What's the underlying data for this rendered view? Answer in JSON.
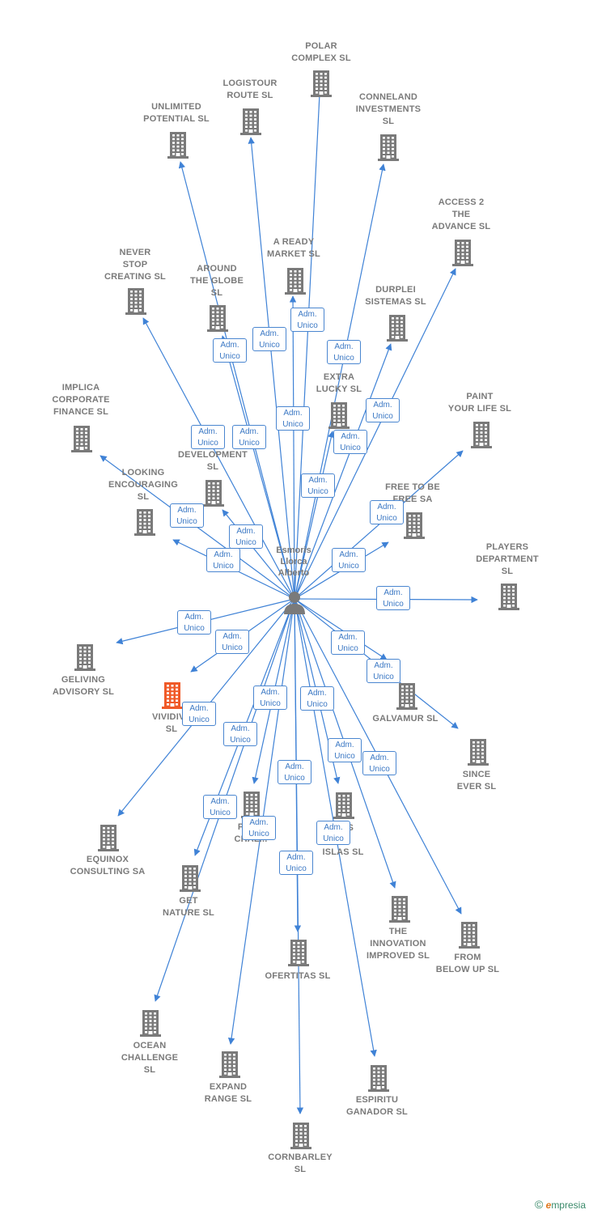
{
  "center": {
    "name": "Esmoris\nLlorca\nAlberto",
    "icon": "person-icon"
  },
  "edge_label": {
    "line1": "Adm.",
    "line2": "Unico"
  },
  "colors": {
    "edge": "#3f82d6",
    "building": "#7a7a7a",
    "main_company": "#f05a28",
    "label": "#7a7a7a"
  },
  "companies": [
    {
      "id": "polar",
      "name": "POLAR\nCOMPLEX  SL"
    },
    {
      "id": "logistour",
      "name": "LOGISTOUR\nROUTE  SL"
    },
    {
      "id": "unlimited",
      "name": "UNLIMITED\nPOTENTIAL  SL"
    },
    {
      "id": "conneland",
      "name": "CONNELAND\nINVESTMENTS\nSL"
    },
    {
      "id": "access2",
      "name": "ACCESS 2\nTHE\nADVANCE  SL"
    },
    {
      "id": "aready",
      "name": "A READY\nMARKET  SL"
    },
    {
      "id": "never",
      "name": "NEVER\nSTOP\nCREATING  SL"
    },
    {
      "id": "around",
      "name": "AROUND\nTHE GLOBE\nSL"
    },
    {
      "id": "durplei",
      "name": "DURPLEI\nSISTEMAS  SL"
    },
    {
      "id": "extra",
      "name": "EXTRA\nLUCKY  SL"
    },
    {
      "id": "implica",
      "name": "IMPLICA\nCORPORATE\nFINANCE  SL"
    },
    {
      "id": "paint",
      "name": "PAINT\nYOUR LIFE  SL"
    },
    {
      "id": "development",
      "name": "P... \nDEVELOPMENT\nSL"
    },
    {
      "id": "looking",
      "name": "LOOKING\nENCOURAGING\nSL"
    },
    {
      "id": "freetobe",
      "name": "FREE TO BE\nFREE SA"
    },
    {
      "id": "players",
      "name": "PLAYERS\nDEPARTMENT\nSL"
    },
    {
      "id": "geliving",
      "name": "GELIVING\nADVISORY  SL"
    },
    {
      "id": "vividive",
      "name": "VIVIDIVE\nSL",
      "main": true
    },
    {
      "id": "galvamur",
      "name": "GALVAMUR  SL"
    },
    {
      "id": "since",
      "name": "SINCE\nEVER  SL"
    },
    {
      "id": "equinox",
      "name": "EQUINOX\nCONSULTING SA"
    },
    {
      "id": "plachal",
      "name": "PLA...\nCHAL..."
    },
    {
      "id": "islas",
      "name": "...OS\n...S\nISLAS  SL"
    },
    {
      "id": "getnature",
      "name": "GET\nNATURE  SL"
    },
    {
      "id": "innovation",
      "name": "THE\nINNOVATION\nIMPROVED  SL"
    },
    {
      "id": "frombelow",
      "name": "FROM\nBELOW UP  SL"
    },
    {
      "id": "ofertitas",
      "name": "OFERTITAS  SL"
    },
    {
      "id": "ocean",
      "name": "OCEAN\nCHALLENGE\nSL"
    },
    {
      "id": "expand",
      "name": "EXPAND\nRANGE  SL"
    },
    {
      "id": "espiritu",
      "name": "ESPIRITU\nGANADOR SL"
    },
    {
      "id": "cornbarley",
      "name": "CORNBARLEY\nSL"
    }
  ],
  "footer": {
    "copyright": "©",
    "brand_e": "e",
    "brand_rest": "mpresia"
  }
}
